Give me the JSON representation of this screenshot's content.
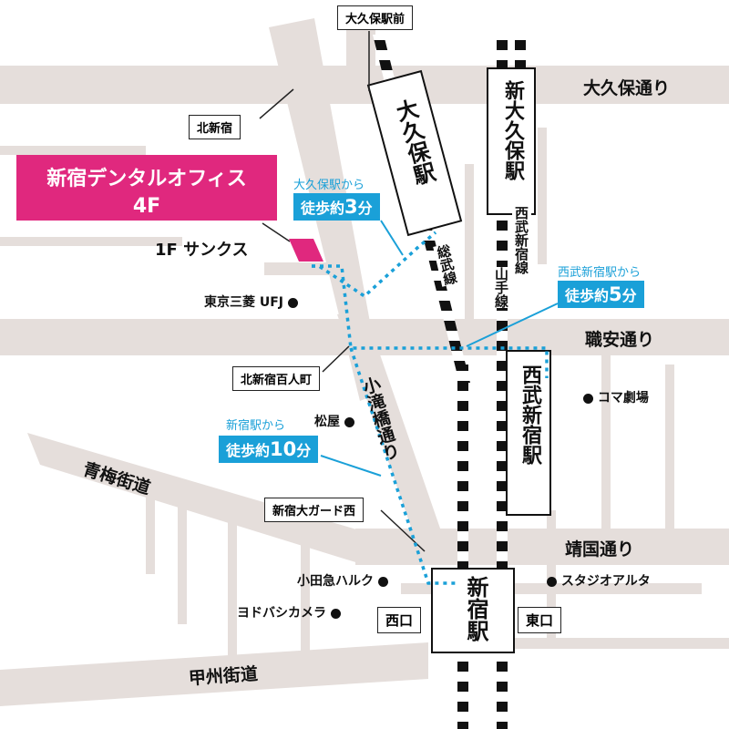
{
  "colors": {
    "road": "#e5dedb",
    "rail": "#111111",
    "route": "#1aa0d8",
    "office": "#e0287e",
    "background": "#ffffff"
  },
  "office": {
    "name": "新宿デンタルオフィス",
    "floor": "4F",
    "ground_floor_note": "1F サンクス"
  },
  "roads": {
    "okubo": "大久保通り",
    "shokuan": "職安通り",
    "yasukuni": "靖国通り",
    "ome": "青梅街道",
    "koshu": "甲州街道",
    "otakibashi": "小滝橋通り"
  },
  "boxed_places": {
    "okubo_ekimae": "大久保駅前",
    "kita_shinjuku": "北新宿",
    "kita_shinjuku_hyakunin": "北新宿百人町",
    "shinjuku_oogado_nishi": "新宿大ガード西"
  },
  "stations": {
    "okubo": "大久保駅",
    "shin_okubo": "新大久保駅",
    "seibu_shinjuku": "西武新宿駅",
    "shinjuku": "新宿駅"
  },
  "lines": {
    "sobu": "総武線",
    "yamanote": "山手線",
    "seibu_shinjuku_line": "西武新宿線"
  },
  "exits": {
    "west": "西口",
    "east": "東口"
  },
  "landmarks": {
    "mufg": "東京三菱 UFJ",
    "matsuya": "松屋",
    "odakyu_halc": "小田急ハルク",
    "yodobashi": "ヨドバシカメラ",
    "koma": "コマ劇場",
    "studio_alta": "スタジオアルタ"
  },
  "walks": {
    "okubo": {
      "from": "大久保駅から",
      "prefix": "徒歩約",
      "minutes": "3",
      "unit": "分"
    },
    "seibu": {
      "from": "西武新宿駅から",
      "prefix": "徒歩約",
      "minutes": "5",
      "unit": "分"
    },
    "shinjuku": {
      "from": "新宿駅から",
      "prefix": "徒歩約",
      "minutes": "10",
      "unit": "分"
    }
  }
}
